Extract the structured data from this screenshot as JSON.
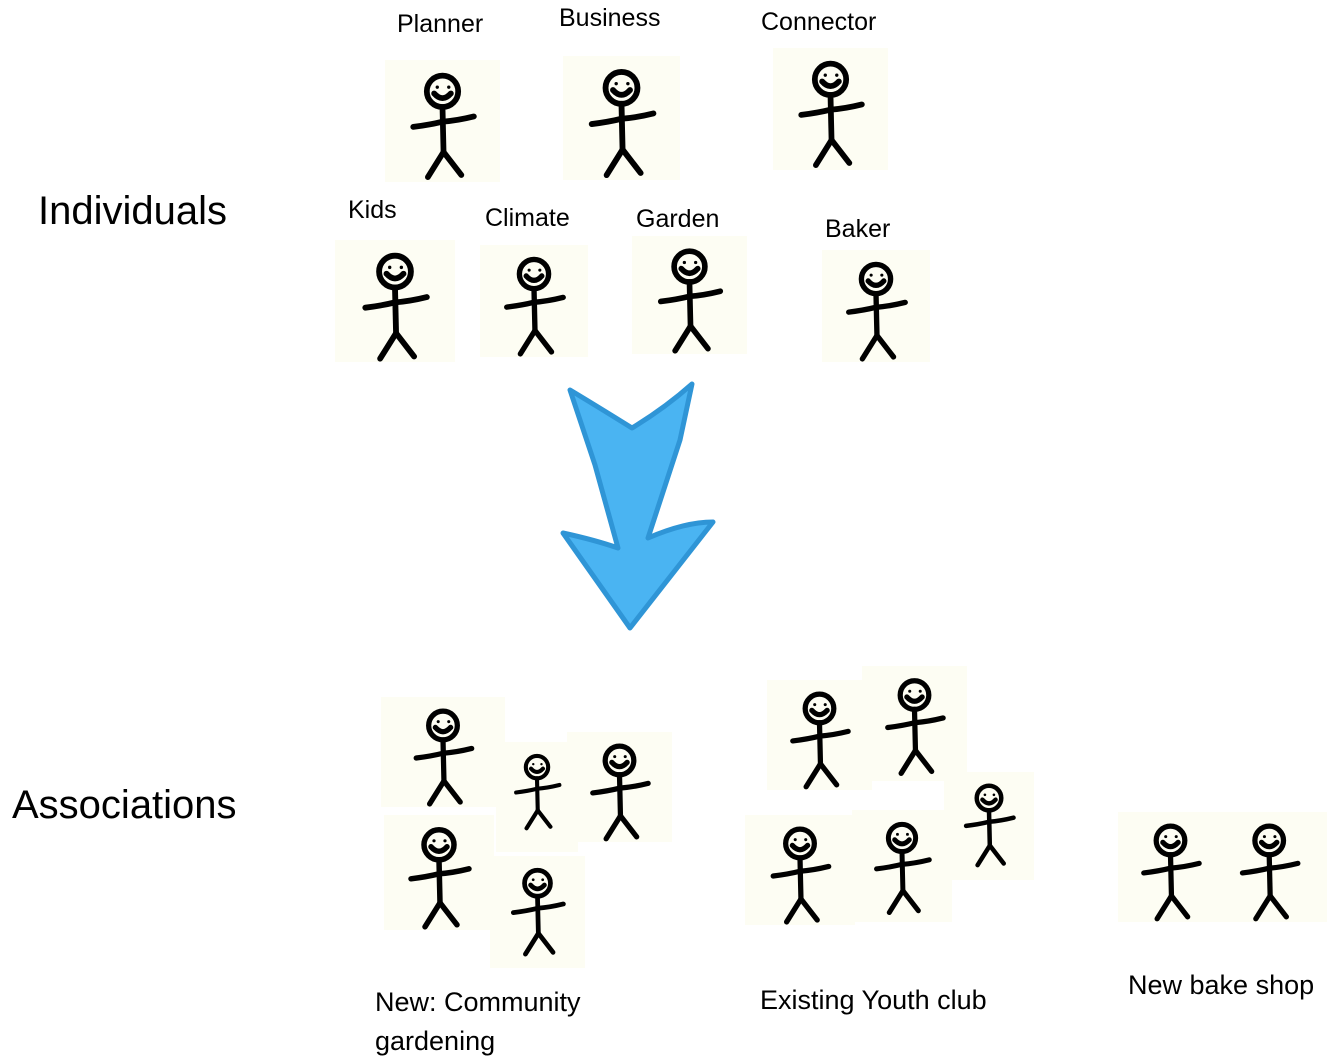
{
  "sections": {
    "individuals": "Individuals",
    "associations": "Associations"
  },
  "individuals": [
    {
      "label": "Planner"
    },
    {
      "label": "Business"
    },
    {
      "label": "Connector"
    },
    {
      "label": "Kids"
    },
    {
      "label": "Climate"
    },
    {
      "label": "Garden"
    },
    {
      "label": "Baker"
    }
  ],
  "associations": [
    {
      "label": "New: Community gardening",
      "line1": "New: Community",
      "line2": "gardening"
    },
    {
      "label": "Existing Youth club"
    },
    {
      "label": "New bake shop"
    }
  ],
  "colors": {
    "arrow_fill": "#4ab4f2",
    "arrow_stroke": "#2f95d6",
    "figure_background": "#fdfdf3",
    "figure_stroke": "#000000"
  },
  "icons": {
    "person": "stick-figure-icon",
    "transition": "down-arrow-icon"
  }
}
